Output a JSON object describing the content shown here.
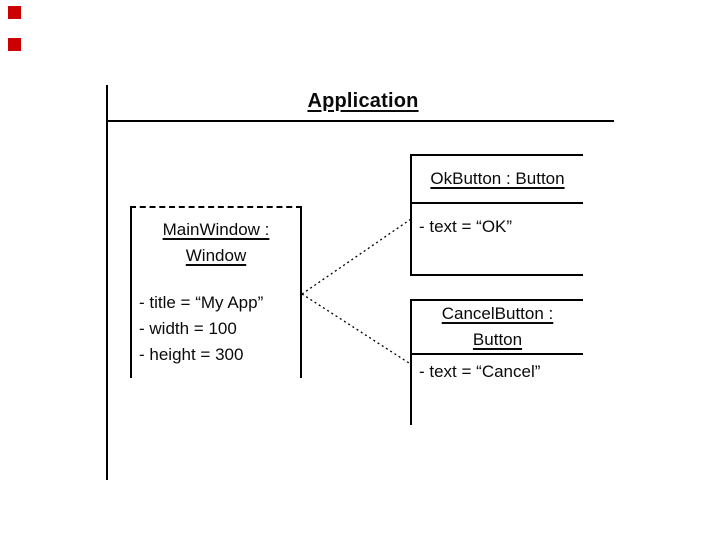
{
  "slide": {
    "title": "Application",
    "accent_color": "#cc0000"
  },
  "diagram": {
    "main_window": {
      "title_line1": "MainWindow :",
      "title_line2": "Window",
      "attributes": [
        "- title = “My App”",
        "- width = 100",
        "- height = 300"
      ]
    },
    "ok_button": {
      "title": "OkButton : Button",
      "attributes": [
        "- text = “OK”"
      ]
    },
    "cancel_button": {
      "title_line1": "CancelButton :",
      "title_line2": "Button",
      "attributes": [
        "- text = “Cancel”"
      ]
    }
  }
}
